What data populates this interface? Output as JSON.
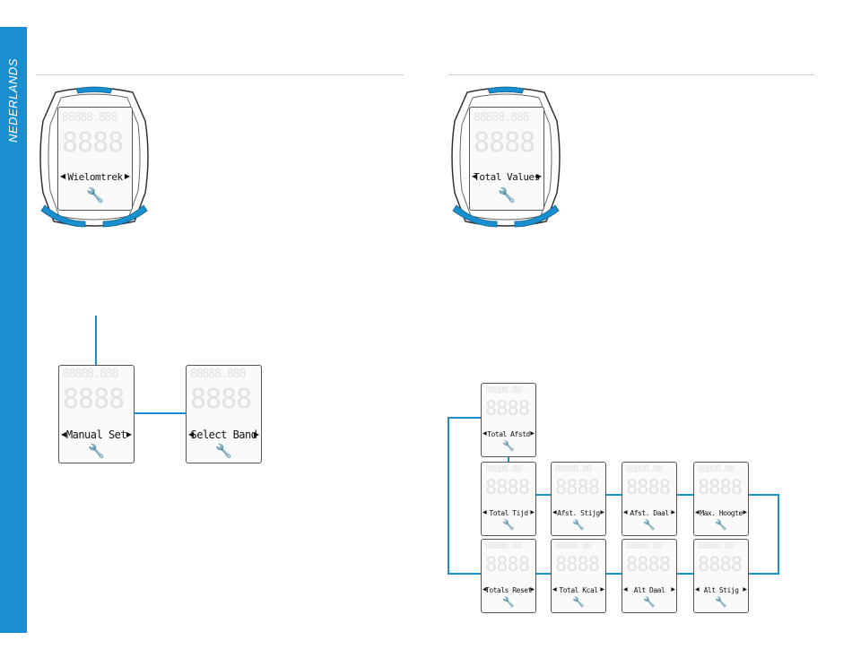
{
  "side_tab": {
    "language": "NEDERLANDS"
  },
  "colors": {
    "accent": "#1a8fcf",
    "lcd_ghost": "#e2e2e2"
  },
  "left_panel": {
    "device_display": "Wielomtrek",
    "menu_items": [
      "Manual Set",
      "Select Band"
    ]
  },
  "right_panel": {
    "device_display": "Total Values",
    "menu_items": [
      "Total Afstd",
      "Total Tijd",
      "Afst. Stijg",
      "Afst. Daal",
      "Max. Hoogte",
      "Totals Reset",
      "Total Kcal",
      "Alt Daal",
      "Alt Stijg"
    ]
  },
  "icons": {
    "tool": "wrench-icon",
    "left_arrow": "triangle-left-icon",
    "right_arrow": "triangle-right-icon"
  }
}
